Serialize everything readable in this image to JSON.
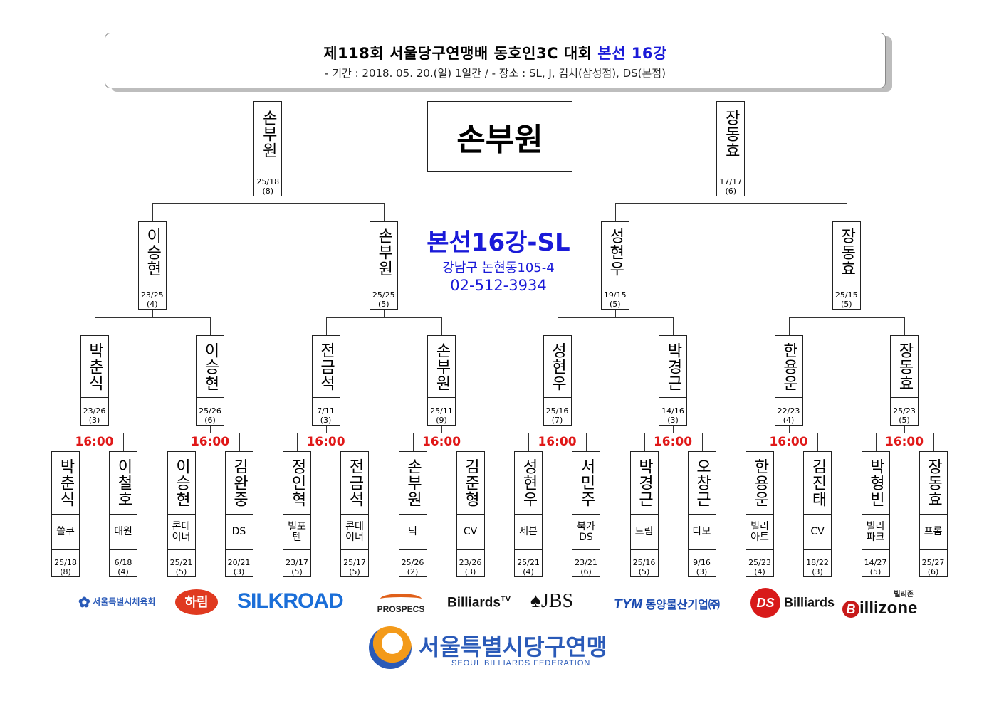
{
  "header": {
    "title_main": "제118회 서울당구연맹배 동호인3C 대회 ",
    "title_highlight": "본선 16강",
    "subtitle": "- 기간 : 2018. 05. 20.(일) 1일간 / - 장소 : SL, J, 김치(삼성점), DS(본점)"
  },
  "champion": "손부원",
  "venue": {
    "title": "본선16강-SL",
    "address": "강남구 논현동105-4",
    "phone": "02-512-3934"
  },
  "time_label": "16:00",
  "final": [
    {
      "name": "손부원",
      "score": "25/18",
      "inn": "(8)"
    },
    {
      "name": "장동효",
      "score": "17/17",
      "inn": "(6)"
    }
  ],
  "semi": [
    {
      "name": "이승현",
      "score": "23/25",
      "inn": "(4)"
    },
    {
      "name": "손부원",
      "score": "25/25",
      "inn": "(5)"
    },
    {
      "name": "성현우",
      "score": "19/15",
      "inn": "(5)"
    },
    {
      "name": "장동효",
      "score": "25/15",
      "inn": "(5)"
    }
  ],
  "quarter": [
    {
      "name": "박춘식",
      "score": "23/26",
      "inn": "(3)"
    },
    {
      "name": "이승현",
      "score": "25/26",
      "inn": "(6)"
    },
    {
      "name": "전금석",
      "score": "7/11",
      "inn": "(3)"
    },
    {
      "name": "손부원",
      "score": "25/11",
      "inn": "(9)"
    },
    {
      "name": "성현우",
      "score": "25/16",
      "inn": "(7)"
    },
    {
      "name": "박경근",
      "score": "14/16",
      "inn": "(3)"
    },
    {
      "name": "한용운",
      "score": "22/23",
      "inn": "(4)"
    },
    {
      "name": "장동효",
      "score": "25/23",
      "inn": "(5)"
    }
  ],
  "round16": [
    {
      "name": "박춘식",
      "club": "쓸쿠",
      "score": "25/18",
      "inn": "(8)"
    },
    {
      "name": "이철호",
      "club": "대원",
      "score": "6/18",
      "inn": "(4)"
    },
    {
      "name": "이승현",
      "club": "콘테\n이너",
      "score": "25/21",
      "inn": "(5)"
    },
    {
      "name": "김완중",
      "club": "DS",
      "score": "20/21",
      "inn": "(3)"
    },
    {
      "name": "정인혁",
      "club": "빌포\n텐",
      "score": "23/17",
      "inn": "(5)"
    },
    {
      "name": "전금석",
      "club": "콘테\n이너",
      "score": "25/17",
      "inn": "(5)"
    },
    {
      "name": "손부원",
      "club": "딕",
      "score": "25/26",
      "inn": "(2)"
    },
    {
      "name": "김준형",
      "club": "CV",
      "score": "23/26",
      "inn": "(3)"
    },
    {
      "name": "성현우",
      "club": "세븐",
      "score": "25/21",
      "inn": "(4)"
    },
    {
      "name": "서민주",
      "club": "북가\nDS",
      "score": "23/21",
      "inn": "(6)"
    },
    {
      "name": "박경근",
      "club": "드림",
      "score": "25/16",
      "inn": "(5)"
    },
    {
      "name": "오창근",
      "club": "다모",
      "score": "9/16",
      "inn": "(3)"
    },
    {
      "name": "한용운",
      "club": "빌리\n아트",
      "score": "25/23",
      "inn": "(4)"
    },
    {
      "name": "김진태",
      "club": "CV",
      "score": "18/22",
      "inn": "(3)"
    },
    {
      "name": "박형빈",
      "club": "빌리\n파크",
      "score": "14/27",
      "inn": "(5)"
    },
    {
      "name": "장동효",
      "club": "프롬",
      "score": "25/27",
      "inn": "(6)"
    }
  ],
  "sponsors": {
    "seoul_sports": "서울특별시체육회",
    "harim": "하림",
    "silkroad": "SILKROAD",
    "prospecs": "PROSPECS",
    "billiards_tv": "Billiards",
    "billiards_tv_sup": "TV",
    "jbs": "JBS",
    "dongyang": "동양물산기업㈜",
    "dongyang_mark": "TYM",
    "ds_billiards": "Billiards",
    "ds_mark": "DS",
    "billizone": "illizone",
    "billizone_kr": "빌리존",
    "federation_kr": "서울특별시당구연맹",
    "federation_en": "SEOUL BILLIARDS FEDERATION"
  },
  "colors": {
    "blue": "#1a1ad8",
    "red": "#e01818"
  }
}
